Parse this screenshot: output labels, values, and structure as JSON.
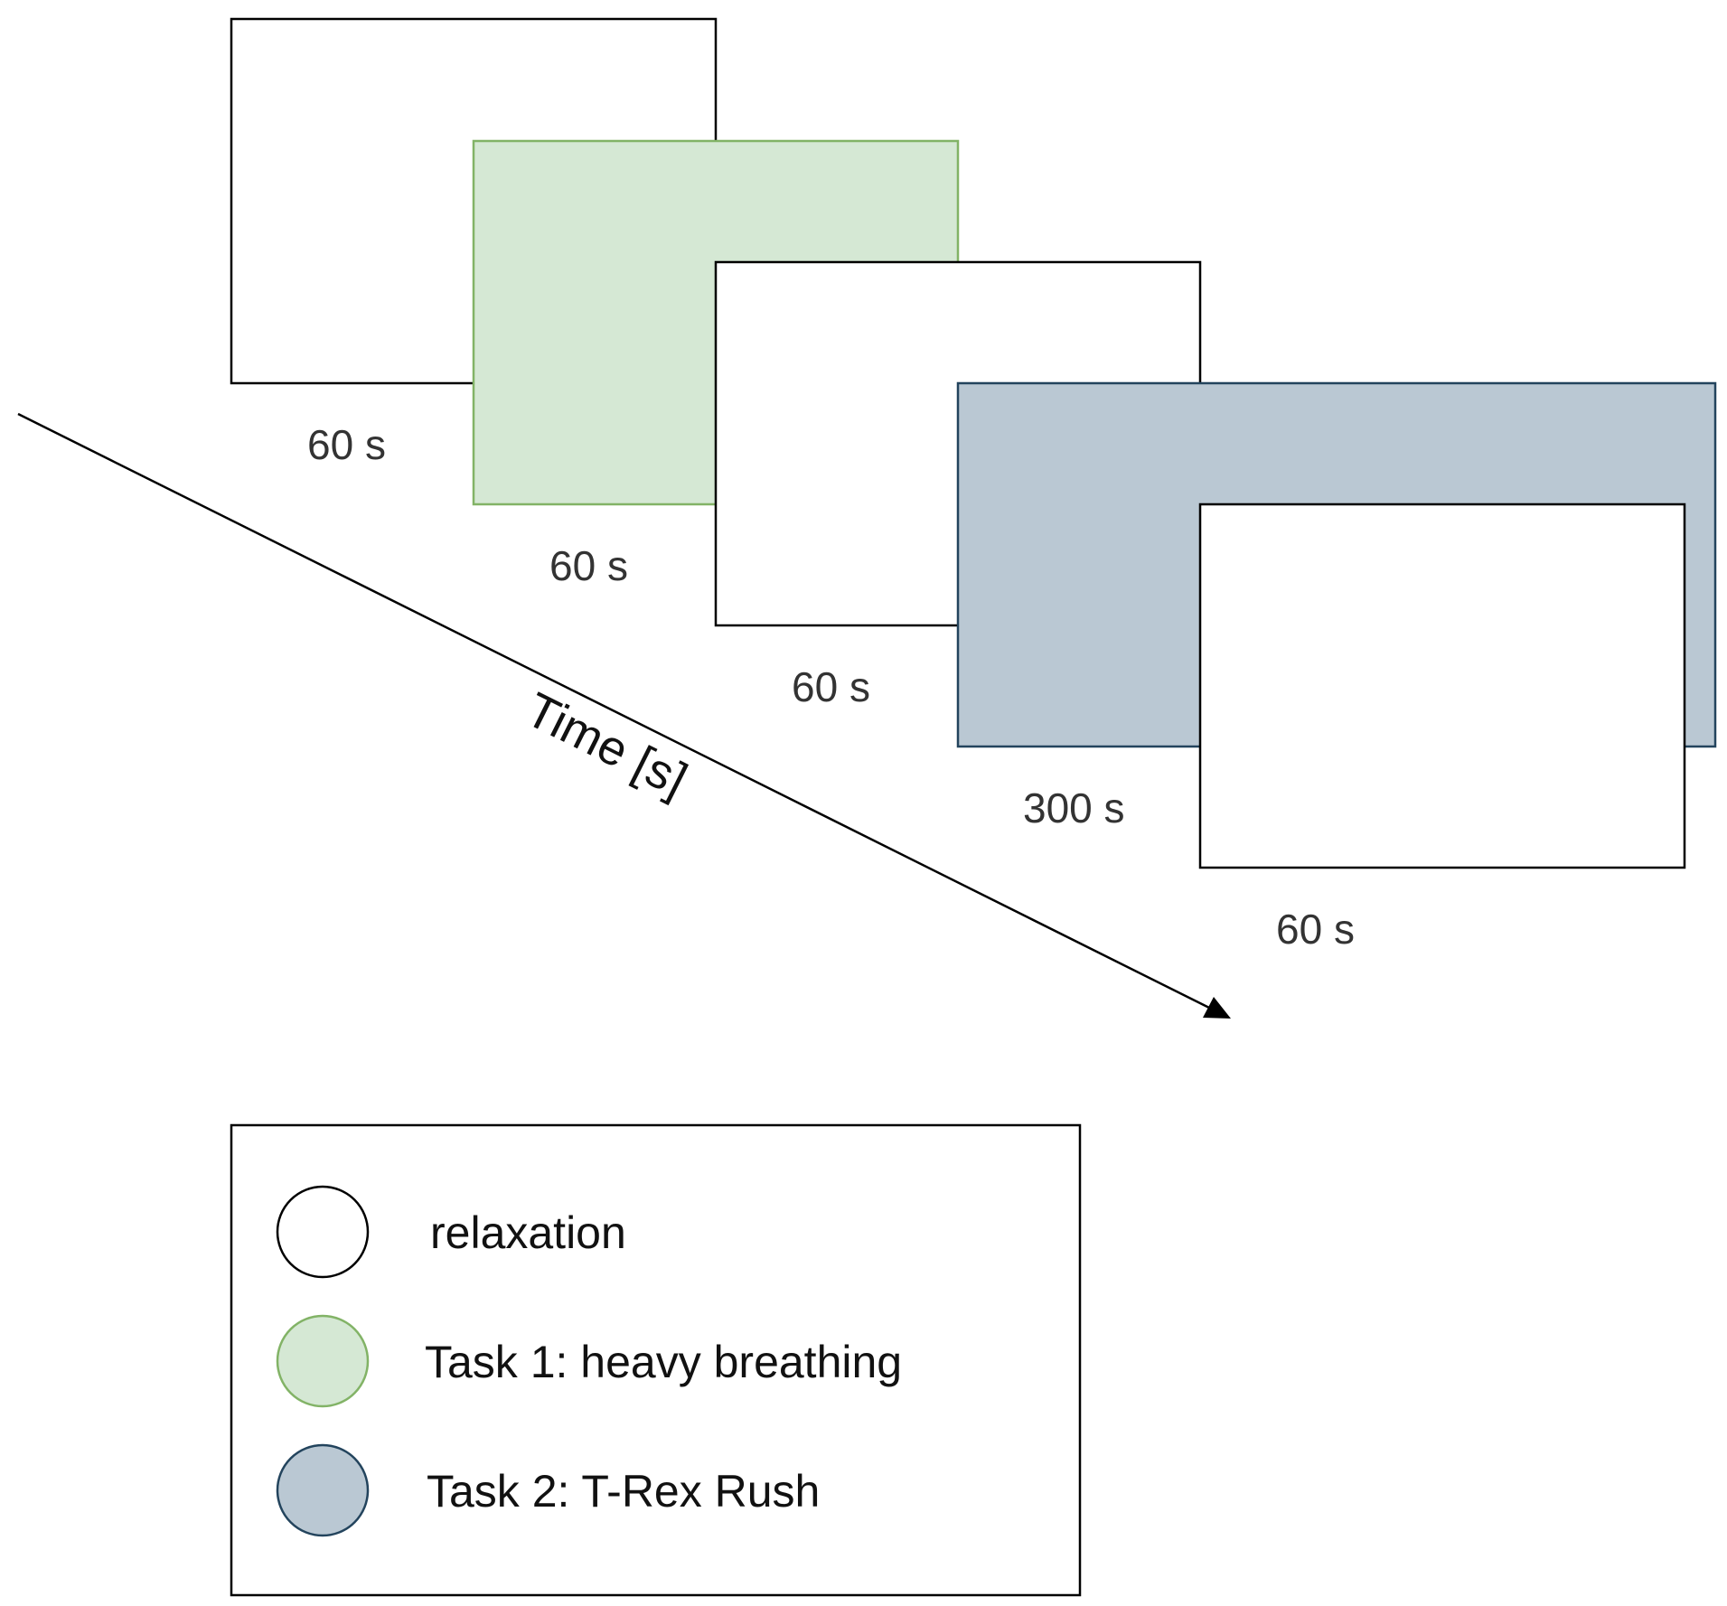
{
  "colors": {
    "relaxation_fill": "#ffffff",
    "relaxation_stroke": "#000000",
    "task1_fill": "#d5e8d4",
    "task1_stroke": "#82b366",
    "task2_fill": "#bac8d3",
    "task2_stroke": "#23445d",
    "line": "#000000"
  },
  "phases": [
    {
      "kind": "relaxation",
      "duration": "60 s"
    },
    {
      "kind": "task1",
      "duration": "60 s"
    },
    {
      "kind": "relaxation",
      "duration": "60 s"
    },
    {
      "kind": "task2",
      "duration": "300 s"
    },
    {
      "kind": "relaxation",
      "duration": "60 s"
    }
  ],
  "axis": {
    "label": "Time [s]"
  },
  "legend": {
    "items": [
      {
        "kind": "relaxation",
        "label": "relaxation"
      },
      {
        "kind": "task1",
        "label": "Task 1: heavy breathing"
      },
      {
        "kind": "task2",
        "label": "Task 2: T-Rex Rush"
      }
    ]
  }
}
